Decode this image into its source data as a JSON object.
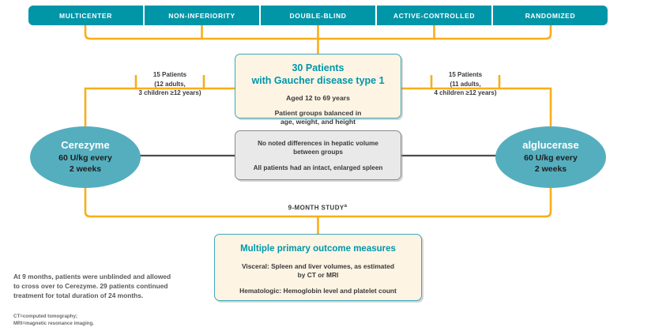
{
  "header": {
    "bars": [
      {
        "label": "MULTICENTER"
      },
      {
        "label": "NON-INFERIORITY"
      },
      {
        "label": "DOUBLE-BLIND"
      },
      {
        "label": "ACTIVE-CONTROLLED"
      },
      {
        "label": "RANDOMIZED"
      }
    ]
  },
  "population_box": {
    "title_line1": "30 Patients",
    "title_line2": "with Gaucher disease type 1",
    "detail1": "Aged 12 to 69 years",
    "detail2_line1": "Patient groups balanced in",
    "detail2_line2": "age, weight, and height"
  },
  "baseline_box": {
    "line1_a": "No noted differences in hepatic volume",
    "line1_b": "between groups",
    "line2": "All patients had an intact, enlarged spleen"
  },
  "arms": {
    "left": {
      "name": "Cerezyme",
      "dose_line1": "60 U/kg every",
      "dose_line2": "2 weeks",
      "allocation_count": "15 Patients",
      "allocation_detail1": "(12 adults,",
      "allocation_detail2": "3 children ≥12 years)"
    },
    "right": {
      "name": "alglucerase",
      "dose_line1": "60 U/kg every",
      "dose_line2": "2 weeks",
      "allocation_count": "15 Patients",
      "allocation_detail1": "(11 adults,",
      "allocation_detail2": "4 children ≥12 years)"
    }
  },
  "study_duration": {
    "label": "9-MONTH STUDY",
    "marker": "a"
  },
  "outcomes_box": {
    "title": "Multiple primary outcome measures",
    "visceral_line1": "Visceral: Spleen and liver volumes, as estimated",
    "visceral_line2": "by CT or MRI",
    "hematologic": "Hematologic: Hemoglobin level and platelet count"
  },
  "footnotes": {
    "main_line1": "At 9 months, patients were unblinded and allowed",
    "main_line2": "to cross over to Cerezyme. 29 patients continued",
    "main_line3": "treatment for total duration of 24 months.",
    "abbrev_line1": "CT=computed tomography;",
    "abbrev_line2": "MRI=magnetic resonance imaging."
  },
  "colors": {
    "teal_dark": "#0096A8",
    "teal_circle": "#55AEBE",
    "orange": "#F8AE1A",
    "cream": "#FDF4E4",
    "gray_box": "#E9E9E9",
    "arrow_gray": "#4D4D4D",
    "text_dark": "#3A3A3A"
  }
}
